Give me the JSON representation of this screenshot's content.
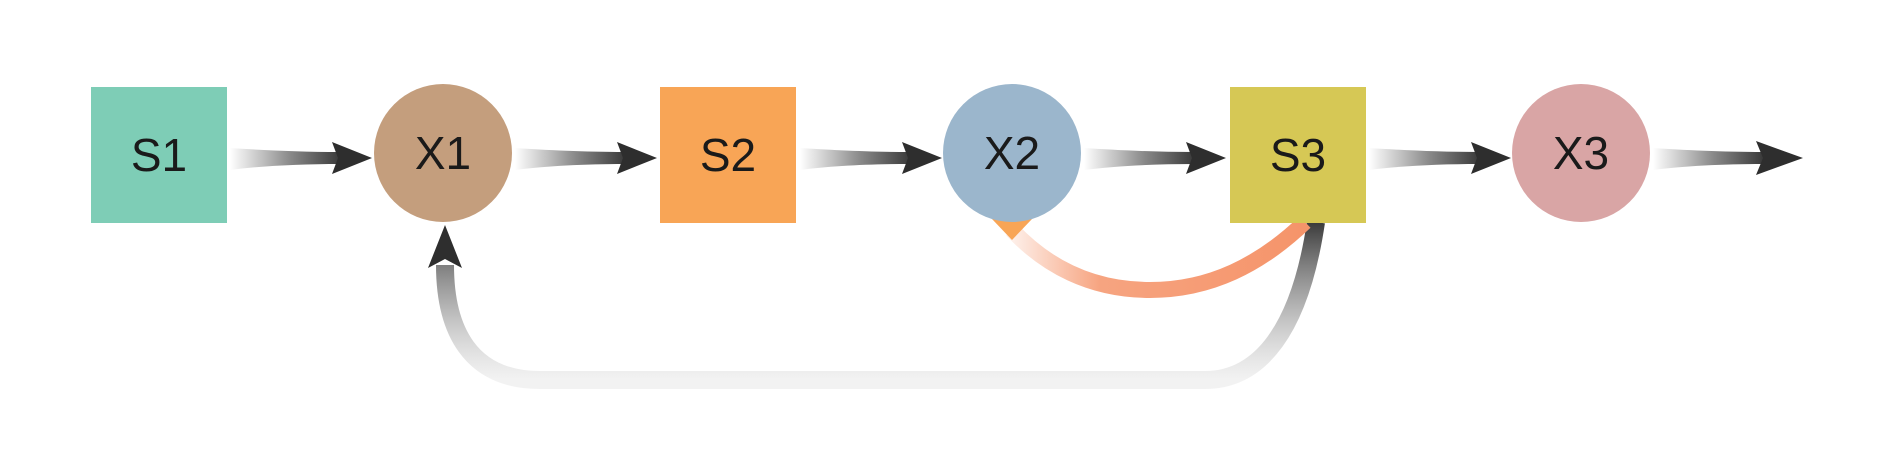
{
  "diagram": {
    "nodes": [
      {
        "id": "S1",
        "label": "S1",
        "shape": "square",
        "color": "#7ecdb6"
      },
      {
        "id": "X1",
        "label": "X1",
        "shape": "circle",
        "color": "#c49e7d"
      },
      {
        "id": "S2",
        "label": "S2",
        "shape": "square",
        "color": "#f8a556"
      },
      {
        "id": "X2",
        "label": "X2",
        "shape": "circle",
        "color": "#9bb6cc"
      },
      {
        "id": "S3",
        "label": "S3",
        "shape": "square",
        "color": "#d6c855"
      },
      {
        "id": "X3",
        "label": "X3",
        "shape": "circle",
        "color": "#d9a5a5"
      }
    ],
    "edges": [
      {
        "from": "S1",
        "to": "X1",
        "type": "flow-arrow"
      },
      {
        "from": "X1",
        "to": "S2",
        "type": "flow-arrow"
      },
      {
        "from": "S2",
        "to": "X2",
        "type": "flow-arrow"
      },
      {
        "from": "X2",
        "to": "S3",
        "type": "flow-arrow"
      },
      {
        "from": "S3",
        "to": "X3",
        "type": "flow-arrow"
      },
      {
        "from": "X3",
        "to": "output",
        "type": "flow-arrow"
      },
      {
        "from": "S3",
        "to": "X1",
        "type": "feedback-arrow",
        "color": "#4a4a4a"
      },
      {
        "from": "S3",
        "to": "X2",
        "type": "regulation-diamond",
        "color": "#f5946a"
      }
    ],
    "colors": {
      "arrow": "#3a3a3a",
      "feedback_orange": "#f5946a"
    }
  }
}
